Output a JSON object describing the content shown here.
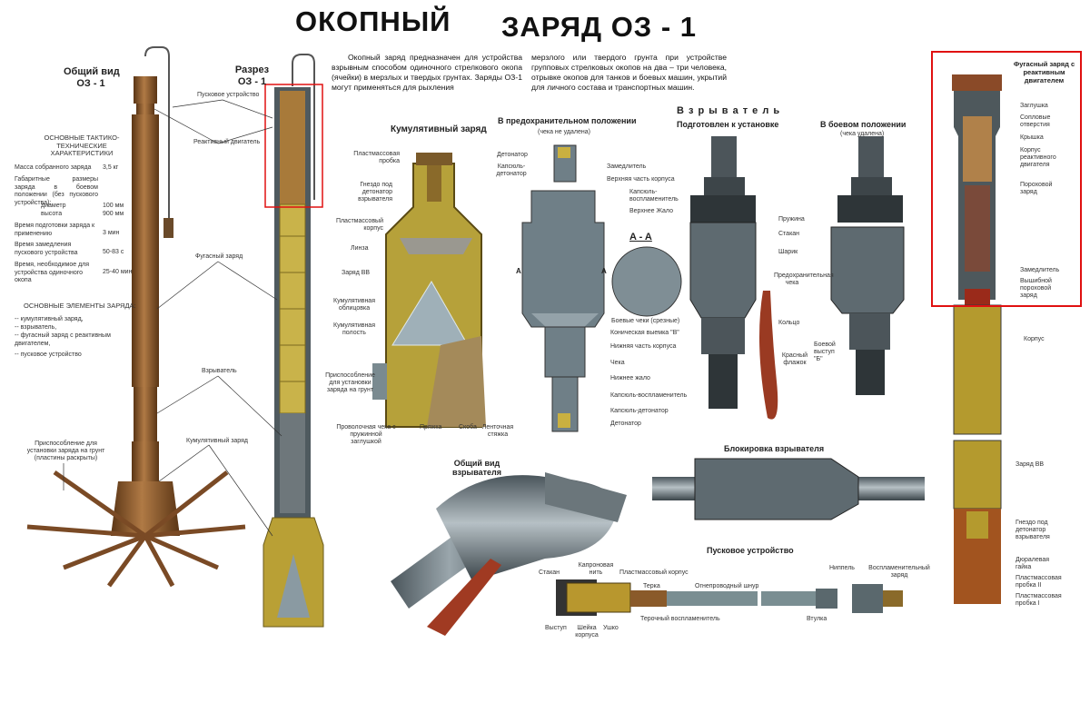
{
  "title": {
    "part1": "ОКОПНЫЙ",
    "part2": "ЗАРЯД ОЗ - 1"
  },
  "general_view": {
    "title_line1": "Общий вид",
    "title_line2": "ОЗ - 1"
  },
  "section_view": {
    "title_line1": "Разрез",
    "title_line2": "ОЗ - 1"
  },
  "center_labels": [
    "Пусковое устройство",
    "Реактивный двигатель",
    "Фугасный заряд",
    "Взрыватель",
    "Кумулятивный заряд",
    "Приспособление для установки заряда на грунт (пластины раскрыты)"
  ],
  "specs": {
    "heading": "ОСНОВНЫЕ ТАКТИКО-ТЕХНИЧЕСКИЕ ХАРАКТЕРИСТИКИ",
    "rows": [
      {
        "label": "Масса собранного заряда",
        "value": "3,5 кг"
      },
      {
        "label": "Габаритные размеры заряда в боевом положении (без пускового устройства):",
        "value": ""
      },
      {
        "label": "диаметр",
        "value": "100 мм"
      },
      {
        "label": "высота",
        "value": "900 мм"
      },
      {
        "label": "Время подготовки заряда к применению",
        "value": "3 мин"
      },
      {
        "label": "Время замедления пускового устройства",
        "value": "50-83 с"
      },
      {
        "label": "Время, необходимое для устройства одиночного окопа",
        "value": "25-40 мин"
      }
    ],
    "elements_heading": "ОСНОВНЫЕ ЭЛЕМЕНТЫ ЗАРЯДА:",
    "elements": [
      "-- кумулятивный заряд,",
      "-- взрыватель,",
      "-- фугасный заряд с реактивным двигателем,",
      "-- пусковое устройство"
    ]
  },
  "description": {
    "col1": "Окопный заряд предназначен для устройства взрывным способом одиночного стрелкового окопа (ячейки) в мерзлых и твердых грунтах. Заряды ОЗ-1 могут применяться для рыхления",
    "col2": "мерзлого или твердого грунта при устройстве групповых стрелковых окопов на два – три человека, отрывке окопов для танков и боевых машин, укрытий для личного состава и транспортных машин."
  },
  "cumulative": {
    "title": "Кумулятивный заряд",
    "labels": [
      "Пластмассовая пробка",
      "Гнездо под детонатор взрывателя",
      "Пластмассовый корпус",
      "Линза",
      "Заряд ВВ",
      "Кумулятивная облицовка",
      "Кумулятивная полость",
      "Приспособление для установки заряда на грунт",
      "Проволочная чека с пружинной заглушкой",
      "Пряжка",
      "Скоба",
      "Ленточная стяжка"
    ]
  },
  "fuse_safe": {
    "title": "В предохранительном положении",
    "subtitle": "(чека не удалена)",
    "section_mark": "A - A",
    "arrow_mark": "A",
    "labels": [
      "Детонатор",
      "Капсюль-детонатор",
      "Замедлитель",
      "Верхняя часть корпуса",
      "Капсюль-воспламенитель",
      "Верхнее Жало",
      "Боевые чеки (срезные)",
      "Коническая выемка \"В\"",
      "Нижняя часть корпуса",
      "Чека",
      "Нижнее жало",
      "Капсюль-воспламенитель",
      "Капсюль-детонатор",
      "Детонатор"
    ]
  },
  "fuse": {
    "title": "В з р ы в а т е л ь",
    "ready_title": "Подготовлен к установке",
    "armed_title": "В боевом положении",
    "armed_subtitle": "(чека удалена)",
    "labels": [
      "Пружина",
      "Стакан",
      "Шарик",
      "Предохранительная чека",
      "Кольцо",
      "Красный флажок",
      "Боевой выступ \"Б\""
    ]
  },
  "fuse_general": {
    "title": "Общий вид взрывателя"
  },
  "fuse_lock": {
    "title": "Блокировка взрывателя"
  },
  "launcher": {
    "title": "Пусковое устройство",
    "labels": [
      "Стакан",
      "Капроновая нить",
      "Пластмассовый корпус",
      "Терка",
      "Огнепроводный шнур",
      "Терочный воспламенитель",
      "Выступ",
      "Шейка корпуса",
      "Ушко",
      "Втулка",
      "Ниппель",
      "Воспламенительный заряд"
    ]
  },
  "rocket_charge": {
    "title": "Фугасный заряд с реактивным двигателем",
    "labels": [
      "Заглушка",
      "Сопловые отверстия",
      "Крышка",
      "Корпус реактивного двигателя",
      "Пороховой заряд",
      "Замедлитель",
      "Вышибной пороховой заряд",
      "Корпус",
      "Заряд ВВ",
      "Гнездо под детонатор взрывателя",
      "Дюралевая гайка",
      "Пластмассовая пробка II",
      "Пластмассовая пробка I"
    ]
  },
  "colors": {
    "highlight": "#e01010",
    "brown": "#8a5a2b",
    "olive": "#b49a2e",
    "steel": "#6f7f87"
  }
}
